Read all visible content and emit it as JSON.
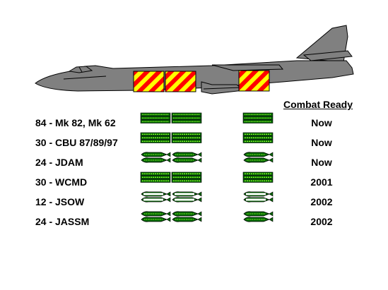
{
  "header": "Combat Ready",
  "colors": {
    "fuselage": "#808080",
    "outline": "#000000",
    "bay_stripe_a": "#ff0000",
    "bay_stripe_b": "#ffff00",
    "munition_body": "#006600",
    "munition_detail": "#99ff33"
  },
  "rows": [
    {
      "label": "84 - Mk 82, Mk 62",
      "date": "Now",
      "icon": "bomb-rack-icon"
    },
    {
      "label": "30 - CBU 87/89/97",
      "date": "Now",
      "icon": "cluster-bomb-icon"
    },
    {
      "label": "24 - JDAM",
      "date": "Now",
      "icon": "jdam-icon"
    },
    {
      "label": "30 - WCMD",
      "date": "2001",
      "icon": "wcmd-icon"
    },
    {
      "label": "12 - JSOW",
      "date": "2002",
      "icon": "jsow-icon"
    },
    {
      "label": "24 - JASSM",
      "date": "2002",
      "icon": "jassm-icon"
    }
  ]
}
